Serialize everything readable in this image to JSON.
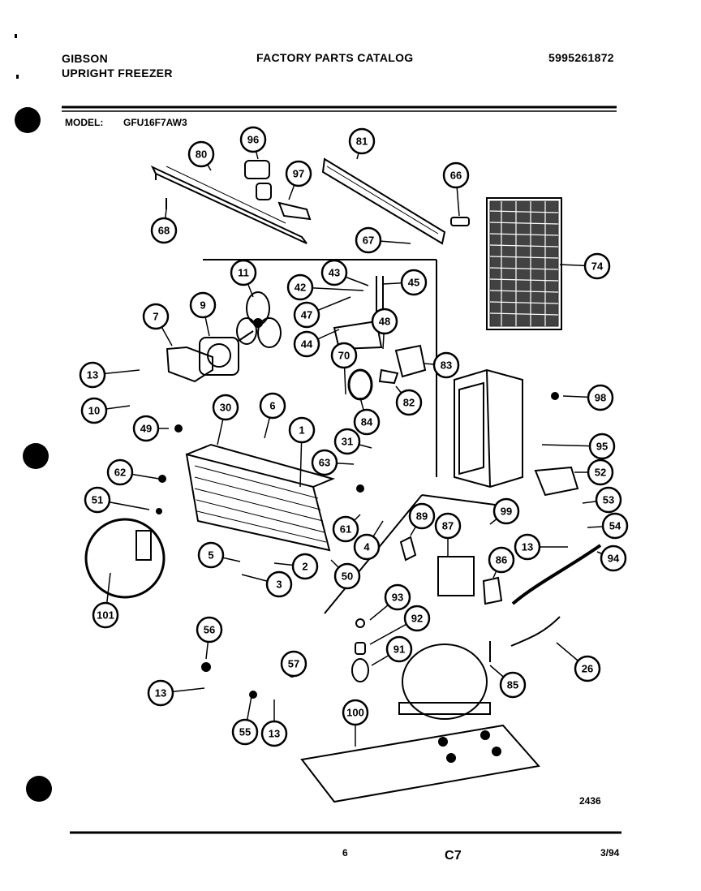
{
  "header": {
    "brand": "GIBSON",
    "product": "UPRIGHT FREEZER",
    "catalog_title": "FACTORY PARTS CATALOG",
    "catalog_number": "5995261872",
    "model_label": "MODEL:",
    "model_value": "GFU16F7AW3"
  },
  "callouts": [
    {
      "id": "80"
    },
    {
      "id": "96"
    },
    {
      "id": "97"
    },
    {
      "id": "81"
    },
    {
      "id": "66"
    },
    {
      "id": "68"
    },
    {
      "id": "67"
    },
    {
      "id": "74"
    },
    {
      "id": "11"
    },
    {
      "id": "43"
    },
    {
      "id": "42"
    },
    {
      "id": "45"
    },
    {
      "id": "47"
    },
    {
      "id": "7"
    },
    {
      "id": "9"
    },
    {
      "id": "48"
    },
    {
      "id": "44"
    },
    {
      "id": "70"
    },
    {
      "id": "83"
    },
    {
      "id": "13"
    },
    {
      "id": "82"
    },
    {
      "id": "98"
    },
    {
      "id": "10"
    },
    {
      "id": "30"
    },
    {
      "id": "6"
    },
    {
      "id": "84"
    },
    {
      "id": "49"
    },
    {
      "id": "1"
    },
    {
      "id": "31"
    },
    {
      "id": "95"
    },
    {
      "id": "62"
    },
    {
      "id": "63"
    },
    {
      "id": "52"
    },
    {
      "id": "51"
    },
    {
      "id": "53"
    },
    {
      "id": "89"
    },
    {
      "id": "99"
    },
    {
      "id": "87"
    },
    {
      "id": "54"
    },
    {
      "id": "61"
    },
    {
      "id": "4"
    },
    {
      "id": "13"
    },
    {
      "id": "94"
    },
    {
      "id": "5"
    },
    {
      "id": "2"
    },
    {
      "id": "86"
    },
    {
      "id": "50"
    },
    {
      "id": "3"
    },
    {
      "id": "101"
    },
    {
      "id": "93"
    },
    {
      "id": "92"
    },
    {
      "id": "56"
    },
    {
      "id": "91"
    },
    {
      "id": "26"
    },
    {
      "id": "85"
    },
    {
      "id": "57"
    },
    {
      "id": "13"
    },
    {
      "id": "100"
    },
    {
      "id": "55"
    },
    {
      "id": "13"
    }
  ],
  "footer": {
    "figure_number": "2436",
    "page_number": "6",
    "section": "C7",
    "date": "3/94"
  }
}
